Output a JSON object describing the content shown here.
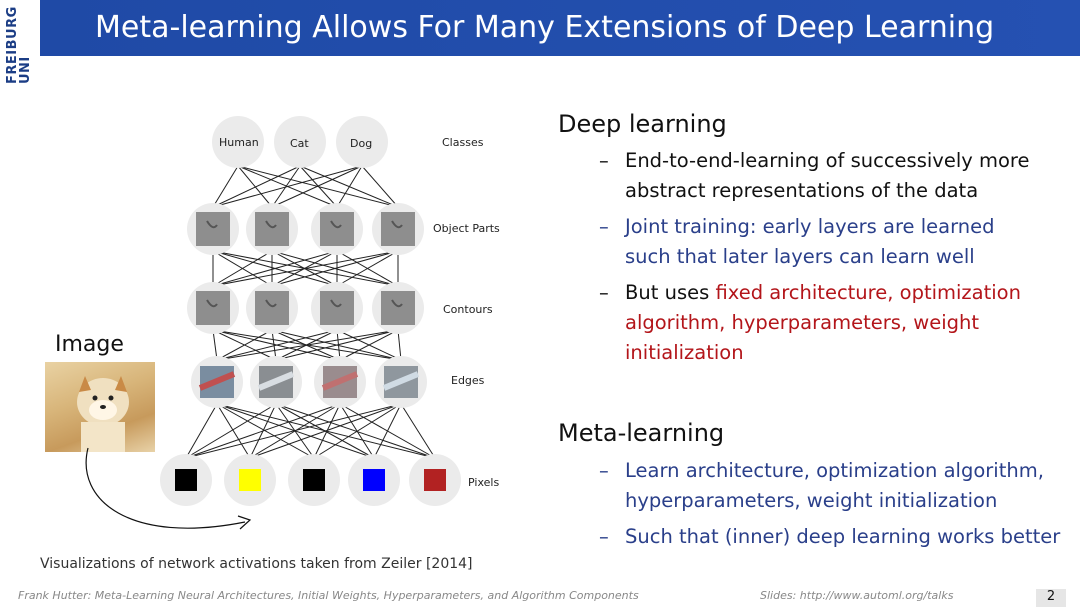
{
  "header": {
    "logo_line1": "UNI",
    "logo_line2": "FREIBURG",
    "title": "Meta-learning Allows For Many Extensions of Deep Learning"
  },
  "figure": {
    "image_label": "Image",
    "classes": [
      "Human",
      "Cat",
      "Dog"
    ],
    "layer_labels": [
      "Classes",
      "Object Parts",
      "Contours",
      "Edges",
      "Pixels"
    ],
    "pixel_colors": [
      "#000000",
      "#ffff00",
      "#000000",
      "#0000ff",
      "#b22222"
    ],
    "caption": "Visualizations of network activations taken from Zeiler [2014]"
  },
  "deep_learning": {
    "title": "Deep learning",
    "bullet1_line1": "End-to-end-learning of successively more",
    "bullet1_line2": "abstract representations of the data",
    "bullet2_line1": "Joint training: early layers are learned",
    "bullet2_line2": "such that later layers can learn well",
    "bullet3_prefix": "But uses ",
    "bullet3_red1": "fixed architecture, optimization",
    "bullet3_red2": "algorithm, hyperparameters, weight",
    "bullet3_red3": "initialization"
  },
  "meta_learning": {
    "title": "Meta-learning",
    "bullet1_line1": "Learn architecture, optimization algorithm,",
    "bullet1_line2": "hyperparameters, weight initialization",
    "bullet2_line1": "Such that (inner) deep learning works better"
  },
  "footer": {
    "citation": "Frank Hutter: Meta-Learning Neural Architectures, Initial Weights, Hyperparameters, and Algorithm Components",
    "slides": "Slides: http://www.automl.org/talks",
    "page": "2"
  },
  "colors": {
    "header_blue": "#2551b2",
    "text_blue": "#2a3f8a",
    "text_red": "#b3151a"
  }
}
